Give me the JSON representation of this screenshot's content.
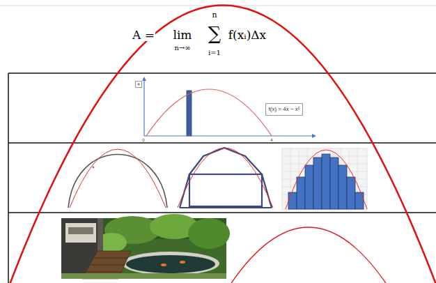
{
  "diagram": {
    "nodes": [
      {
        "text": [
          "4"
        ]
      },
      {
        "text": [
          "f(x) = 4x − x²"
        ]
      }
    ],
    "labels": [
      "A =",
      "lim",
      "n→∞",
      "∑",
      "n",
      "i=1",
      "f(xᵢ)Δx",
      "0",
      "4"
    ]
  }
}
